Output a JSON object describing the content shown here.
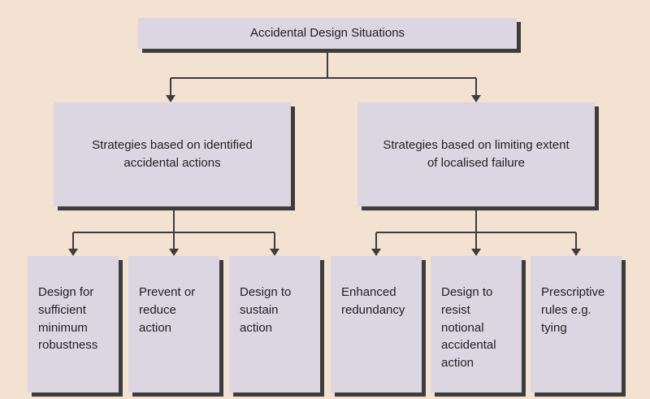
{
  "nodes": {
    "root": {
      "label": "Accidental Design Situations"
    },
    "branch_left": {
      "label": "Strategies based on identified accidental actions"
    },
    "branch_right": {
      "label": "Strategies based on limiting extent of localised failure"
    },
    "leaf_1": {
      "label": "Design for sufficient minimum robustness"
    },
    "leaf_2": {
      "label": "Prevent or reduce action"
    },
    "leaf_3": {
      "label": "Design to sustain action"
    },
    "leaf_4": {
      "label": "Enhanced redundancy"
    },
    "leaf_5": {
      "label": "Design to resist notional accidental action"
    },
    "leaf_6": {
      "label": "Prescriptive rules e.g. tying"
    }
  },
  "colors": {
    "background": "#f3e1d1",
    "box_fill": "#dcd6e2",
    "shadow": "#3e3c3d",
    "connector": "#3e3c3d",
    "text": "#221e1f"
  }
}
